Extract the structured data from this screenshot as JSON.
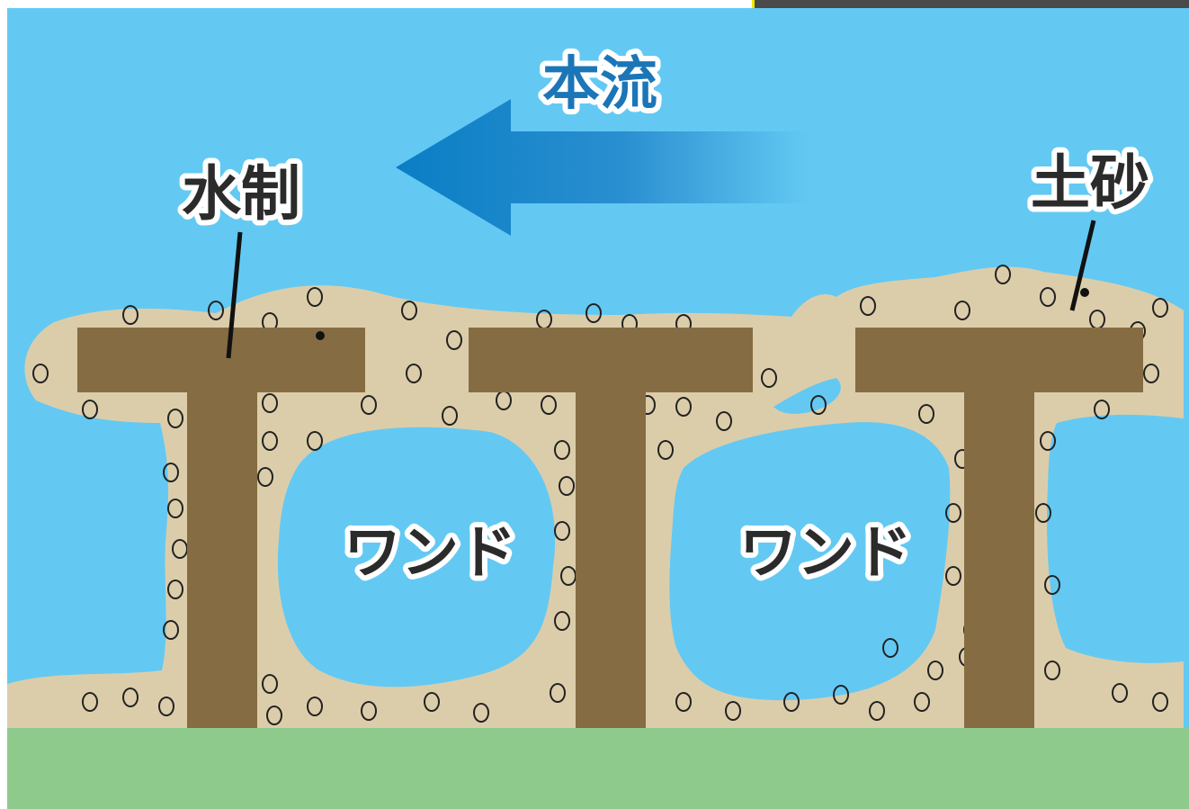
{
  "diagram": {
    "flow_label": "本流",
    "groyne_label": "水制",
    "sediment_label": "土砂",
    "pond_labels": [
      "ワンド",
      "ワンド"
    ]
  },
  "colors": {
    "water": "#63c9f3",
    "sediment": "#dccdaa",
    "groyne": "#866c42",
    "ground": "#8fca8d",
    "arrow": "#0a7ec4",
    "label_dark": "#2b2b2b",
    "label_blue": "#1b76b8"
  }
}
